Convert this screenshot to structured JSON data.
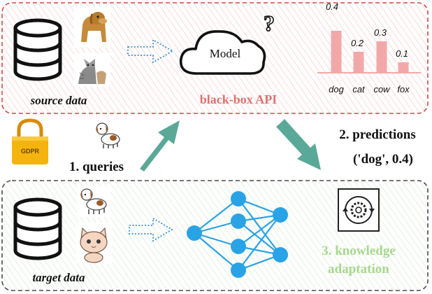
{
  "source_panel": {
    "label": "source data",
    "api_label": "black-box API",
    "model_label": "Model",
    "question_mark": "?",
    "images": [
      "dog-photo",
      "cat-photo"
    ],
    "accent_color": "#e07070"
  },
  "prediction_chart": {
    "type": "bar",
    "categories": [
      "dog",
      "cat",
      "cow",
      "fox"
    ],
    "values": [
      0.4,
      0.2,
      0.3,
      0.1
    ],
    "value_labels": [
      "0.4",
      "0.2",
      "0.3",
      "0.1"
    ],
    "bar_color": "#f2a8a8"
  },
  "middle": {
    "gdpr_label": "GDPR",
    "query_icon": "cartoon-dog-icon",
    "queries_label": "1. queries",
    "predictions_label": "2. predictions",
    "prediction_value": "('dog', 0.4)",
    "arrow_color": "#5aa898"
  },
  "target_panel": {
    "label": "target data",
    "images": [
      "cartoon-dog-icon",
      "cartoon-cat-icon"
    ],
    "knowledge_label_line1": "3. knowledge",
    "knowledge_label_line2": "adaptation",
    "accent_color": "#a6d88e",
    "network_node_color": "#29a3e6"
  }
}
